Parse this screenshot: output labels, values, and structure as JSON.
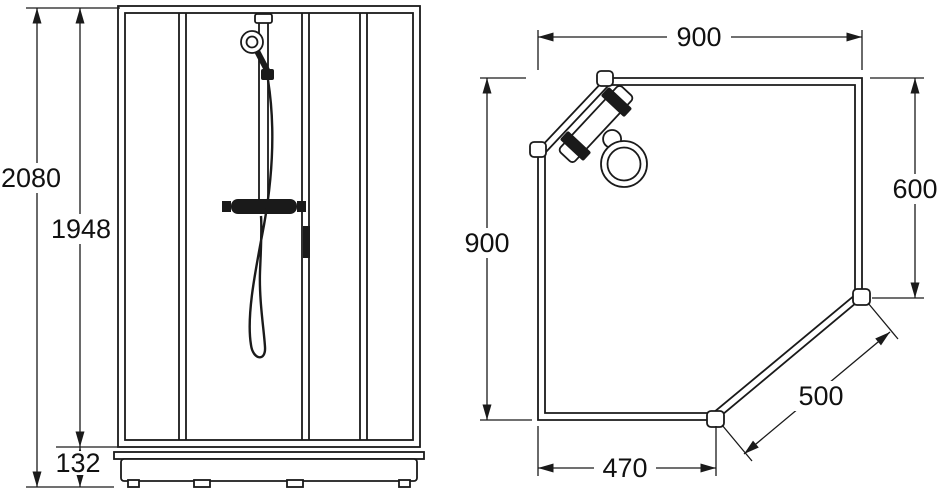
{
  "diagram": {
    "front_view": {
      "total_height_mm": "2080",
      "cabin_height_mm": "1948",
      "tray_height_mm": "132"
    },
    "plan_view": {
      "top_width_mm": "900",
      "left_depth_mm": "900",
      "right_side_mm": "600",
      "door_diagonal_mm": "500",
      "bottom_width_mm": "470"
    },
    "colors": {
      "line": "#1a1a1a",
      "background": "#ffffff"
    }
  }
}
